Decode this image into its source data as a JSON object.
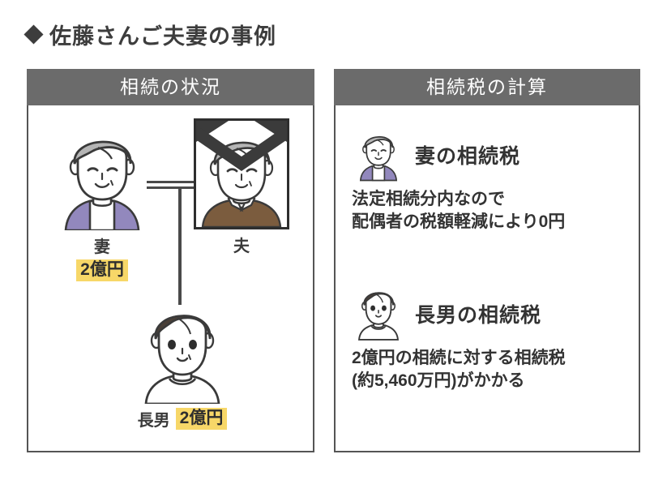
{
  "title": {
    "bullet_icon": "diamond-icon",
    "text": "佐藤さんご夫妻の事例"
  },
  "panels": {
    "left": {
      "header": "相続の状況",
      "people": {
        "wife": {
          "icon": "elderly-woman-icon",
          "label": "妻",
          "amount": "2億円"
        },
        "husband": {
          "icon": "memorial-photo-icon",
          "label": "夫",
          "amount": ""
        },
        "son": {
          "icon": "young-man-icon",
          "label": "長男",
          "amount": "2億円"
        }
      }
    },
    "right": {
      "header": "相続税の計算",
      "blocks": [
        {
          "icon": "elderly-woman-icon",
          "title": "妻の相続税",
          "lines": [
            "法定相続分内なので",
            "配偶者の税額軽減により0円"
          ]
        },
        {
          "icon": "young-man-icon",
          "title": "長男の相続税",
          "lines": [
            "2億円の相続に対する相続税",
            "(約5,460万円)がかかる"
          ]
        }
      ]
    }
  },
  "colors": {
    "header_bg": "#6b6b6b",
    "panel_border": "#555555",
    "highlight": "#f7d768",
    "text": "#333333",
    "wife_clothing": "#9288bd",
    "husband_clothing": "#7b5c3e",
    "hair_gray": "#b5b5b5",
    "hair_dark": "#4a4038"
  }
}
